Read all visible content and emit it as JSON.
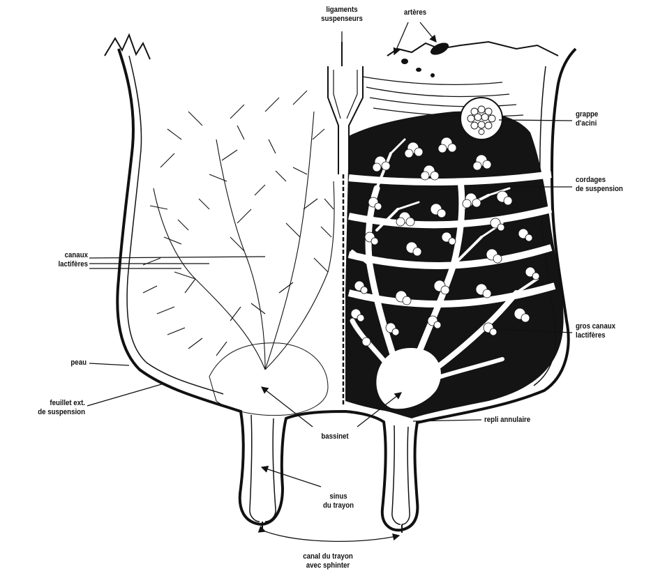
{
  "labels": {
    "ligaments": [
      "ligaments",
      "suspenseurs"
    ],
    "arteres": [
      "artères"
    ],
    "grappe": [
      "grappe",
      "d'acini"
    ],
    "cordages": [
      "cordages",
      "de suspension"
    ],
    "canaux": [
      "canaux",
      "lactifères"
    ],
    "gros_canaux": [
      "gros canaux",
      "lactifères"
    ],
    "peau": [
      "peau"
    ],
    "feuillet": [
      "feuillet ext.",
      "de suspension"
    ],
    "repli": [
      "repli annulaire"
    ],
    "bassinet": [
      "bassinet"
    ],
    "sinus": [
      "sinus",
      "du trayon"
    ],
    "canal": [
      "canal du trayon",
      "avec sphinter"
    ]
  },
  "colors": {
    "ink": "#111111",
    "fill_dark": "#141414",
    "paper": "#ffffff"
  }
}
